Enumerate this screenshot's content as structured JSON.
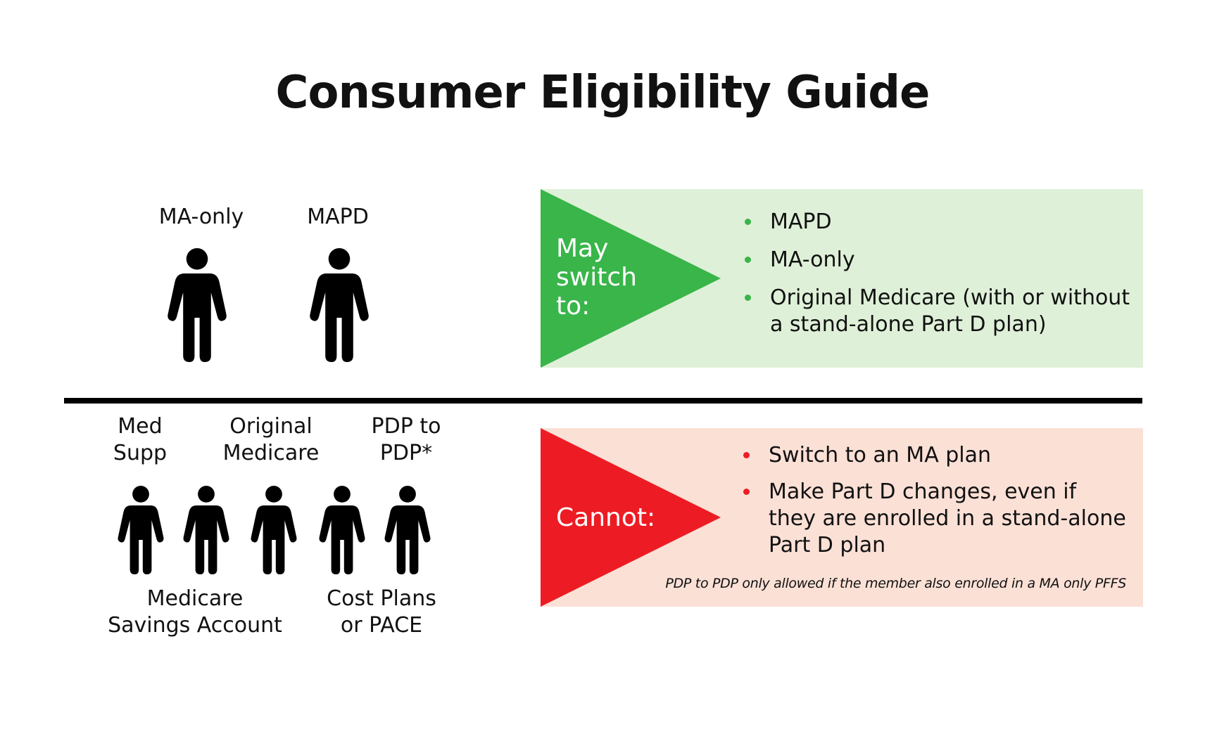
{
  "title": "Consumer Eligibility Guide",
  "colors": {
    "green_accent": "#39b54a",
    "green_panel": "#dff0d8",
    "red_accent": "#ed1c24",
    "red_panel": "#fbe0d6",
    "divider": "#000000"
  },
  "top_section": {
    "people": [
      {
        "label": "MA-only",
        "icon": "person-icon"
      },
      {
        "label": "MAPD",
        "icon": "person-icon"
      }
    ],
    "panel": {
      "heading": "May\nswitch\nto:",
      "items": [
        "MAPD",
        "MA-only",
        "Original Medicare (with or without\na stand-alone Part D plan)"
      ]
    }
  },
  "bottom_section": {
    "people": [
      {
        "label": "Med\nSupp",
        "position": "top",
        "icon": "person-icon"
      },
      {
        "label": "Medicare\nSavings Account",
        "position": "bottom",
        "icon": "person-icon"
      },
      {
        "label": "Original\nMedicare",
        "position": "top",
        "icon": "person-icon"
      },
      {
        "label": "Cost Plans\nor PACE",
        "position": "bottom",
        "icon": "person-icon"
      },
      {
        "label": "PDP to\nPDP*",
        "position": "top",
        "icon": "person-icon"
      }
    ],
    "panel": {
      "heading": "Cannot:",
      "items": [
        "Switch to an MA plan",
        "Make Part D changes, even if\nthey are enrolled in a stand-alone\nPart D plan"
      ],
      "footnote": "PDP to PDP only allowed if the member also enrolled in a MA only PFFS"
    }
  }
}
